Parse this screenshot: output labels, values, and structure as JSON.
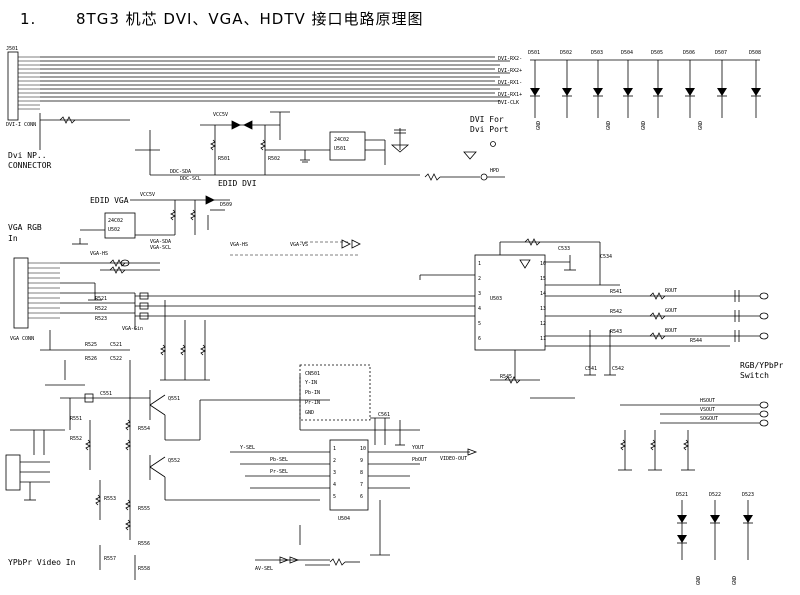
{
  "title": {
    "number": "1.",
    "text": "8TG3 机芯 DVI、VGA、HDTV 接口电路原理图"
  },
  "labels": {
    "dvi_connector_line1": "Dvi NP..",
    "dvi_connector_line2": "CONNECTOR",
    "dvi_port_line1": "DVI  For",
    "dvi_port_line2": "Dvi Port",
    "edid_dvi": "EDID DVI",
    "edid_vga": "EDID VGA",
    "vga_rgb_line1": "VGA RGB",
    "vga_rgb_line2": "In",
    "switch_line1": "RGB/YPbPr",
    "switch_line2": "Switch",
    "video_in": "YPbPr Video In"
  },
  "colors": {
    "ink": "#000000",
    "background": "#ffffff"
  }
}
